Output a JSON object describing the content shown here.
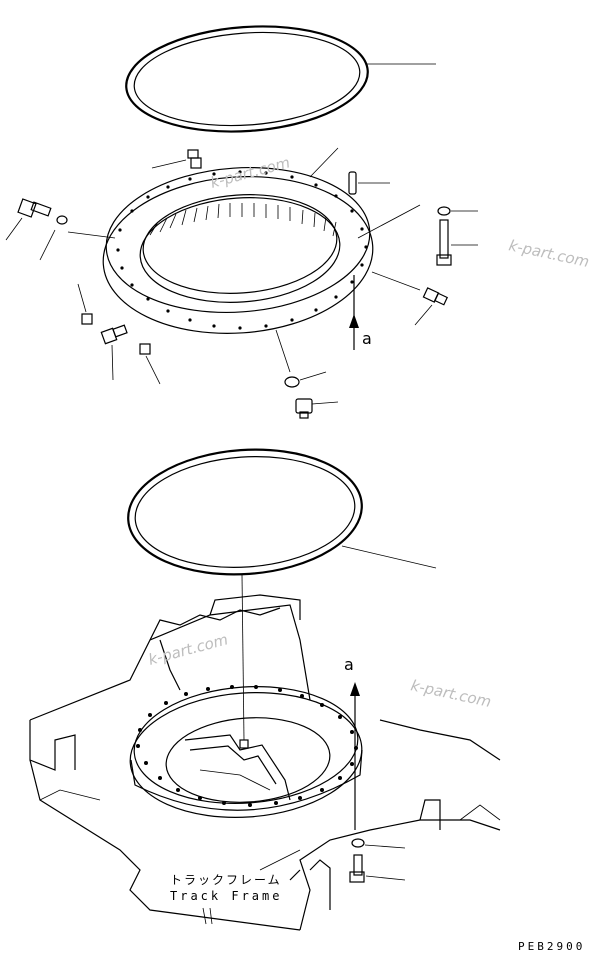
{
  "labels": {
    "track_frame_jp": "トラックフレーム",
    "track_frame_en": "Track Frame",
    "arrow_upper": "a",
    "arrow_lower": "a",
    "drawing_code": "PEB2900"
  },
  "watermarks": [
    "k-part.com",
    "k-part.com",
    "k-part.com",
    "k-part.com"
  ]
}
